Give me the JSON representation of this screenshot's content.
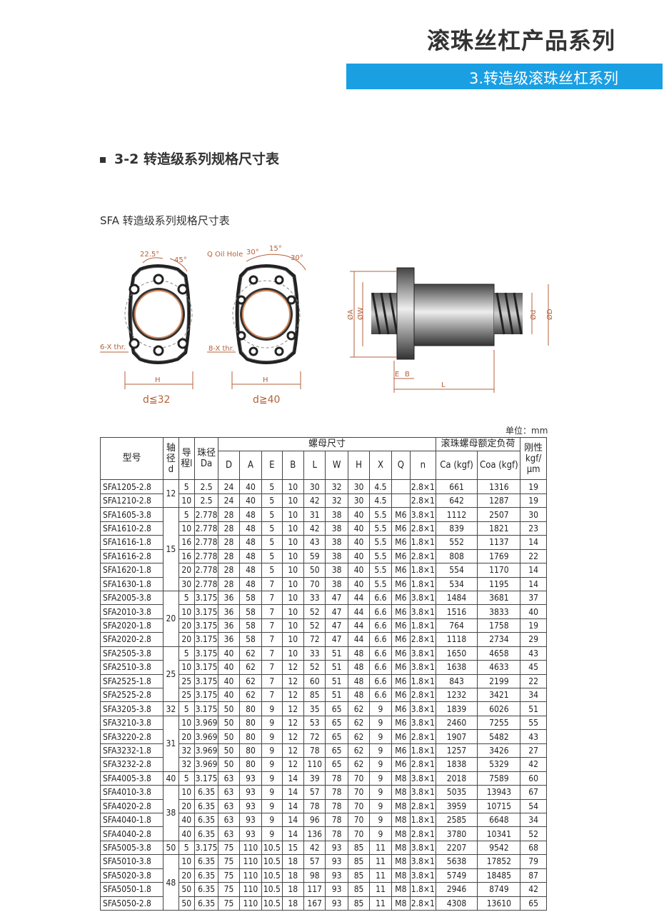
{
  "header": {
    "title": "滚珠丝杠产品系列",
    "banner": "3.转造级滚珠丝杠系列"
  },
  "section": {
    "heading": "3-2 转造级系列规格尺寸表",
    "subheading": "SFA 转造级系列规格尺寸表"
  },
  "drawing": {
    "left": {
      "angle1": "22.5°",
      "angle2": "45°",
      "hole_label": "6-X thr.",
      "width_label": "H",
      "caption": "d≦32"
    },
    "middle": {
      "oil_hole": "Q Oil Hole",
      "angle1": "30°",
      "angle2": "15°",
      "angle3": "30°",
      "hole_label": "8-X thr.",
      "width_label": "H",
      "caption": "d≧40"
    },
    "right": {
      "dia_a": "ØA",
      "dia_w": "ØW",
      "dia_d_small": "Ød",
      "dia_d": "ØD",
      "e": "E",
      "b": "B",
      "l": "L"
    }
  },
  "unit": "单位：mm",
  "table": {
    "h_model": "型号",
    "h_shaft": "轴径d",
    "h_lead": "导程l",
    "h_ball": "珠径Da",
    "h_nut": "螺母尺寸",
    "h_load": "滚珠螺母额定负荷",
    "h_rigid": "刚性kgf/μm",
    "cols": [
      "D",
      "A",
      "E",
      "B",
      "L",
      "W",
      "H",
      "X",
      "Q",
      "n",
      "Ca (kgf)",
      "Coa (kgf)"
    ],
    "groups": [
      {
        "d": "12",
        "rows": [
          [
            "SFA1205-2.8",
            "5",
            "2.5",
            "24",
            "40",
            "5",
            "10",
            "30",
            "32",
            "30",
            "4.5",
            "",
            "2.8×1",
            "661",
            "1316",
            "19"
          ],
          [
            "SFA1210-2.8",
            "10",
            "2.5",
            "24",
            "40",
            "5",
            "10",
            "42",
            "32",
            "30",
            "4.5",
            "",
            "2.8×1",
            "642",
            "1287",
            "19"
          ]
        ]
      },
      {
        "d": "15",
        "rows": [
          [
            "SFA1605-3.8",
            "5",
            "2.778",
            "28",
            "48",
            "5",
            "10",
            "31",
            "38",
            "40",
            "5.5",
            "M6",
            "3.8×1",
            "1112",
            "2507",
            "30"
          ],
          [
            "SFA1610-2.8",
            "10",
            "2.778",
            "28",
            "48",
            "5",
            "10",
            "42",
            "38",
            "40",
            "5.5",
            "M6",
            "2.8×1",
            "839",
            "1821",
            "23"
          ],
          [
            "SFA1616-1.8",
            "16",
            "2.778",
            "28",
            "48",
            "5",
            "10",
            "43",
            "38",
            "40",
            "5.5",
            "M6",
            "1.8×1",
            "552",
            "1137",
            "14"
          ],
          [
            "SFA1616-2.8",
            "16",
            "2.778",
            "28",
            "48",
            "5",
            "10",
            "59",
            "38",
            "40",
            "5.5",
            "M6",
            "2.8×1",
            "808",
            "1769",
            "22"
          ],
          [
            "SFA1620-1.8",
            "20",
            "2.778",
            "28",
            "48",
            "5",
            "10",
            "50",
            "38",
            "40",
            "5.5",
            "M6",
            "1.8×1",
            "554",
            "1170",
            "14"
          ],
          [
            "SFA1630-1.8",
            "30",
            "2.778",
            "28",
            "48",
            "7",
            "10",
            "70",
            "38",
            "40",
            "5.5",
            "M6",
            "1.8×1",
            "534",
            "1195",
            "14"
          ]
        ]
      },
      {
        "d": "20",
        "rows": [
          [
            "SFA2005-3.8",
            "5",
            "3.175",
            "36",
            "58",
            "7",
            "10",
            "33",
            "47",
            "44",
            "6.6",
            "M6",
            "3.8×1",
            "1484",
            "3681",
            "37"
          ],
          [
            "SFA2010-3.8",
            "10",
            "3.175",
            "36",
            "58",
            "7",
            "10",
            "52",
            "47",
            "44",
            "6.6",
            "M6",
            "3.8×1",
            "1516",
            "3833",
            "40"
          ],
          [
            "SFA2020-1.8",
            "20",
            "3.175",
            "36",
            "58",
            "7",
            "10",
            "52",
            "47",
            "44",
            "6.6",
            "M6",
            "1.8×1",
            "764",
            "1758",
            "19"
          ],
          [
            "SFA2020-2.8",
            "20",
            "3.175",
            "36",
            "58",
            "7",
            "10",
            "72",
            "47",
            "44",
            "6.6",
            "M6",
            "2.8×1",
            "1118",
            "2734",
            "29"
          ]
        ]
      },
      {
        "d": "25",
        "rows": [
          [
            "SFA2505-3.8",
            "5",
            "3.175",
            "40",
            "62",
            "7",
            "10",
            "33",
            "51",
            "48",
            "6.6",
            "M6",
            "3.8×1",
            "1650",
            "4658",
            "43"
          ],
          [
            "SFA2510-3.8",
            "10",
            "3.175",
            "40",
            "62",
            "7",
            "12",
            "52",
            "51",
            "48",
            "6.6",
            "M6",
            "3.8×1",
            "1638",
            "4633",
            "45"
          ],
          [
            "SFA2525-1.8",
            "25",
            "3.175",
            "40",
            "62",
            "7",
            "12",
            "60",
            "51",
            "48",
            "6.6",
            "M6",
            "1.8×1",
            "843",
            "2199",
            "22"
          ],
          [
            "SFA2525-2.8",
            "25",
            "3.175",
            "40",
            "62",
            "7",
            "12",
            "85",
            "51",
            "48",
            "6.6",
            "M6",
            "2.8×1",
            "1232",
            "3421",
            "34"
          ]
        ]
      },
      {
        "d": "32",
        "rows": [
          [
            "SFA3205-3.8",
            "5",
            "3.175",
            "50",
            "80",
            "9",
            "12",
            "35",
            "65",
            "62",
            "9",
            "M6",
            "3.8×1",
            "1839",
            "6026",
            "51"
          ]
        ]
      },
      {
        "d": "31",
        "rows": [
          [
            "SFA3210-3.8",
            "10",
            "3.969",
            "50",
            "80",
            "9",
            "12",
            "53",
            "65",
            "62",
            "9",
            "M6",
            "3.8×1",
            "2460",
            "7255",
            "55"
          ],
          [
            "SFA3220-2.8",
            "20",
            "3.969",
            "50",
            "80",
            "9",
            "12",
            "72",
            "65",
            "62",
            "9",
            "M6",
            "2.8×1",
            "1907",
            "5482",
            "43"
          ],
          [
            "SFA3232-1.8",
            "32",
            "3.969",
            "50",
            "80",
            "9",
            "12",
            "78",
            "65",
            "62",
            "9",
            "M6",
            "1.8×1",
            "1257",
            "3426",
            "27"
          ],
          [
            "SFA3232-2.8",
            "32",
            "3.969",
            "50",
            "80",
            "9",
            "12",
            "110",
            "65",
            "62",
            "9",
            "M6",
            "2.8×1",
            "1838",
            "5329",
            "42"
          ]
        ]
      },
      {
        "d": "40",
        "rows": [
          [
            "SFA4005-3.8",
            "5",
            "3.175",
            "63",
            "93",
            "9",
            "14",
            "39",
            "78",
            "70",
            "9",
            "M8",
            "3.8×1",
            "2018",
            "7589",
            "60"
          ]
        ]
      },
      {
        "d": "38",
        "rows": [
          [
            "SFA4010-3.8",
            "10",
            "6.35",
            "63",
            "93",
            "9",
            "14",
            "57",
            "78",
            "70",
            "9",
            "M8",
            "3.8×1",
            "5035",
            "13943",
            "67"
          ],
          [
            "SFA4020-2.8",
            "20",
            "6.35",
            "63",
            "93",
            "9",
            "14",
            "78",
            "78",
            "70",
            "9",
            "M8",
            "2.8×1",
            "3959",
            "10715",
            "54"
          ],
          [
            "SFA4040-1.8",
            "40",
            "6.35",
            "63",
            "93",
            "9",
            "14",
            "96",
            "78",
            "70",
            "9",
            "M8",
            "1.8×1",
            "2585",
            "6648",
            "34"
          ],
          [
            "SFA4040-2.8",
            "40",
            "6.35",
            "63",
            "93",
            "9",
            "14",
            "136",
            "78",
            "70",
            "9",
            "M8",
            "2.8×1",
            "3780",
            "10341",
            "52"
          ]
        ]
      },
      {
        "d": "50",
        "rows": [
          [
            "SFA5005-3.8",
            "5",
            "3.175",
            "75",
            "110",
            "10.5",
            "15",
            "42",
            "93",
            "85",
            "11",
            "M8",
            "3.8×1",
            "2207",
            "9542",
            "68"
          ]
        ]
      },
      {
        "d": "48",
        "rows": [
          [
            "SFA5010-3.8",
            "10",
            "6.35",
            "75",
            "110",
            "10.5",
            "18",
            "57",
            "93",
            "85",
            "11",
            "M8",
            "3.8×1",
            "5638",
            "17852",
            "79"
          ],
          [
            "SFA5020-3.8",
            "20",
            "6.35",
            "75",
            "110",
            "10.5",
            "18",
            "98",
            "93",
            "85",
            "11",
            "M8",
            "3.8×1",
            "5749",
            "18485",
            "87"
          ],
          [
            "SFA5050-1.8",
            "50",
            "6.35",
            "75",
            "110",
            "10.5",
            "18",
            "117",
            "93",
            "85",
            "11",
            "M8",
            "1.8×1",
            "2946",
            "8749",
            "42"
          ],
          [
            "SFA5050-2.8",
            "50",
            "6.35",
            "75",
            "110",
            "10.5",
            "18",
            "167",
            "93",
            "85",
            "11",
            "M8",
            "2.8×1",
            "4308",
            "13610",
            "65"
          ]
        ]
      }
    ]
  }
}
